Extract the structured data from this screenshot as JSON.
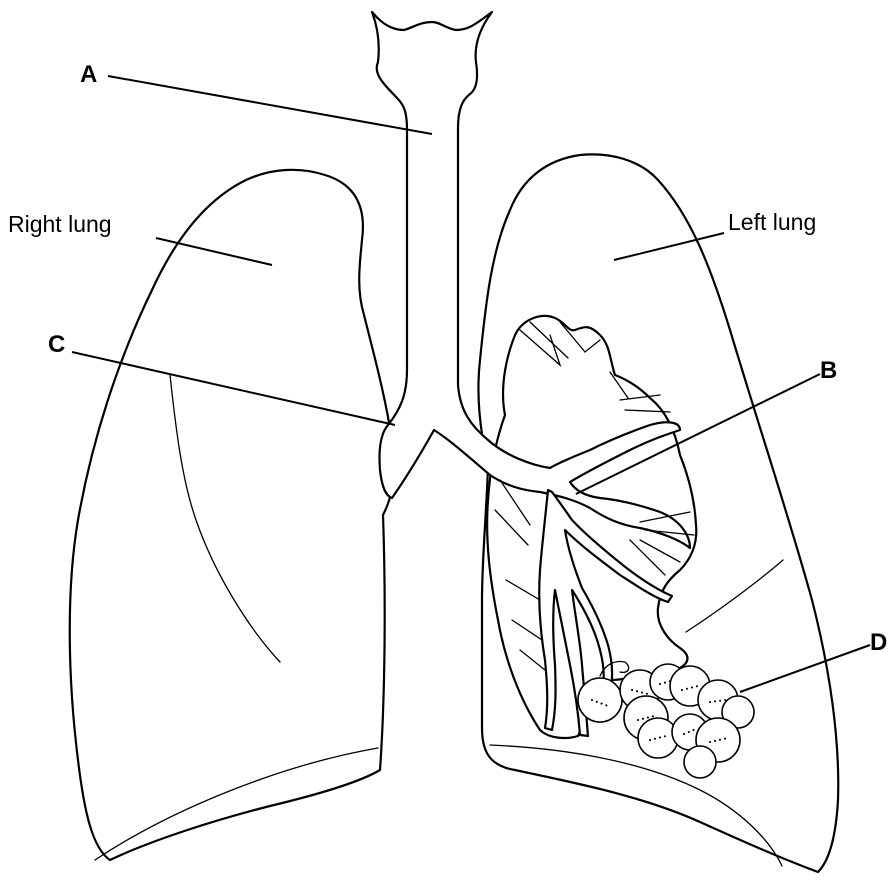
{
  "labels": {
    "a": "A",
    "b": "B",
    "c": "C",
    "d": "D",
    "right_lung": "Right lung",
    "left_lung": "Left lung"
  },
  "colors": {
    "line": "#000000",
    "background": "#ffffff"
  }
}
